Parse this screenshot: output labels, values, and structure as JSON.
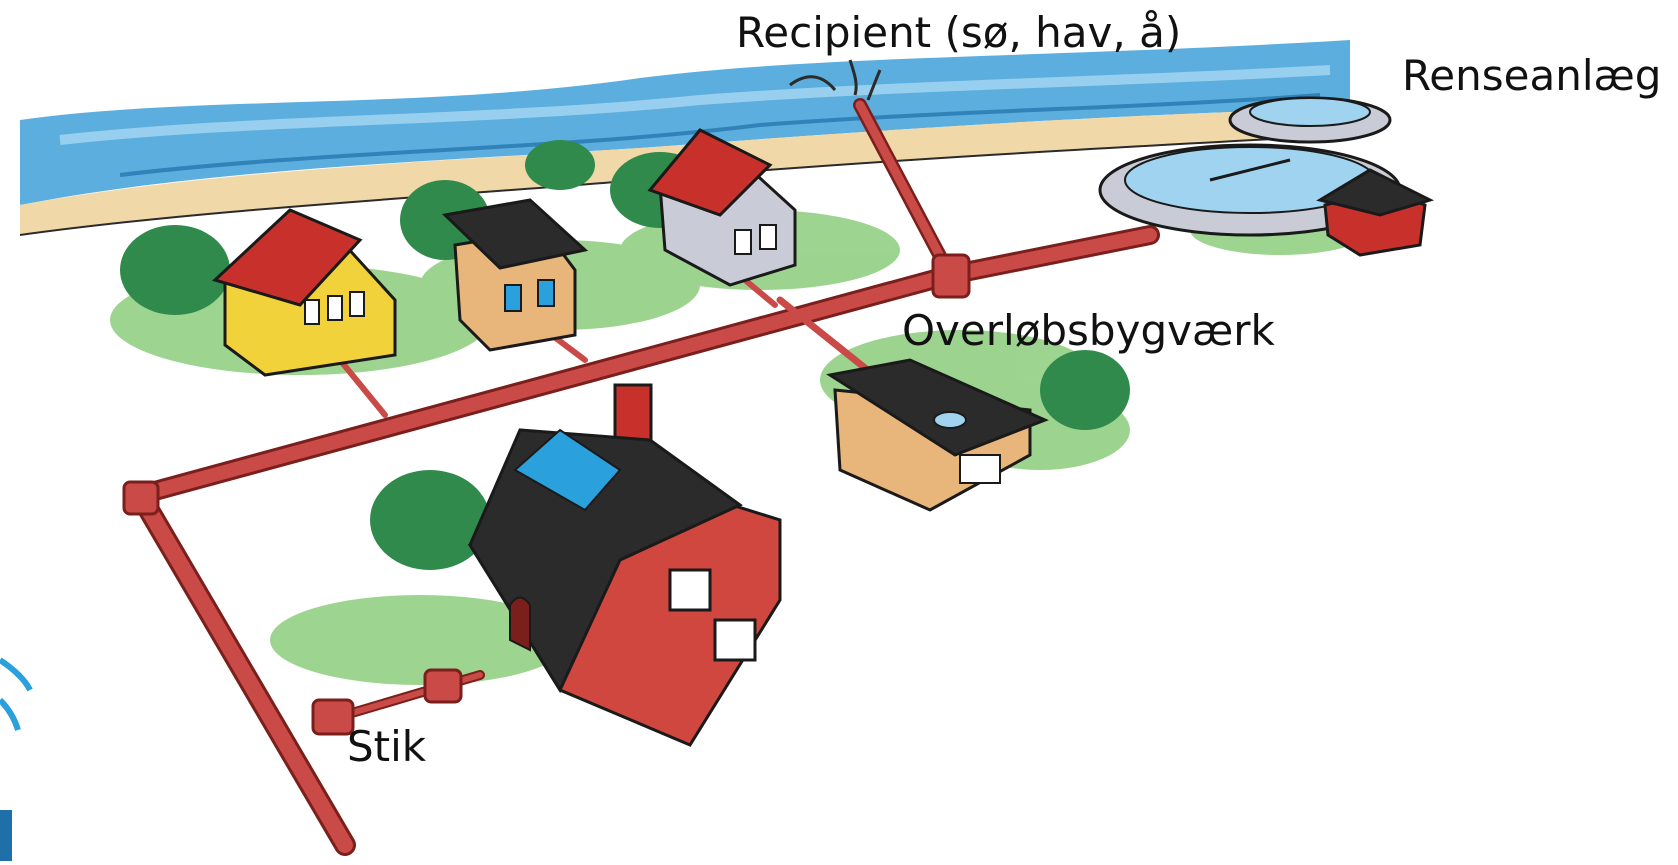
{
  "labels": {
    "recipient": "Recipient (sø, hav, å)",
    "renseanlaeg": "Renseanlæg",
    "overlobsbygvaerk": "Overløbsbygværk",
    "stik": "Stik"
  },
  "colors": {
    "pipe": "#c94a46",
    "pipe_dark": "#7a1f1c",
    "sea": "#3fa0d8",
    "sea_light": "#9fd3ef",
    "sand": "#f0d8a8",
    "grass": "#7cc66a",
    "bush": "#2f8a4c",
    "roof_red": "#c8312b",
    "roof_black": "#2b2b2b",
    "wall_yellow": "#f2d23a",
    "wall_tan": "#e8b57a",
    "wall_grey": "#c9ccd6",
    "wall_brick": "#d0473f",
    "edge_blue": "#2aa0dd"
  }
}
